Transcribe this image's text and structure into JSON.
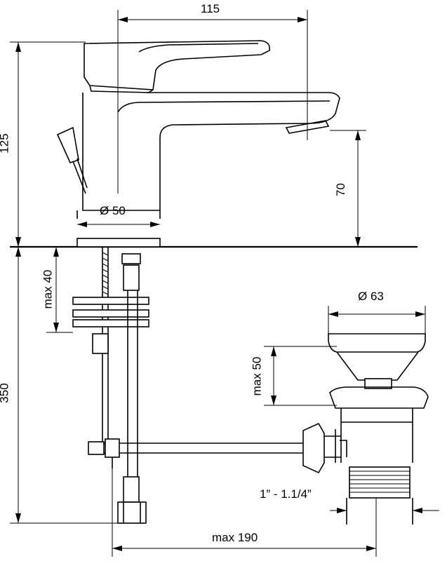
{
  "dimensions": {
    "spout_reach": "115",
    "total_height": "125",
    "spout_height": "70",
    "base_diameter": "Ø 50",
    "counter_thickness": "max 40",
    "hose_length": "350",
    "drain_diameter": "Ø 63",
    "drain_height": "max 50",
    "thread_size": "1” - 1.1/4”",
    "max_distance": "max 190"
  }
}
